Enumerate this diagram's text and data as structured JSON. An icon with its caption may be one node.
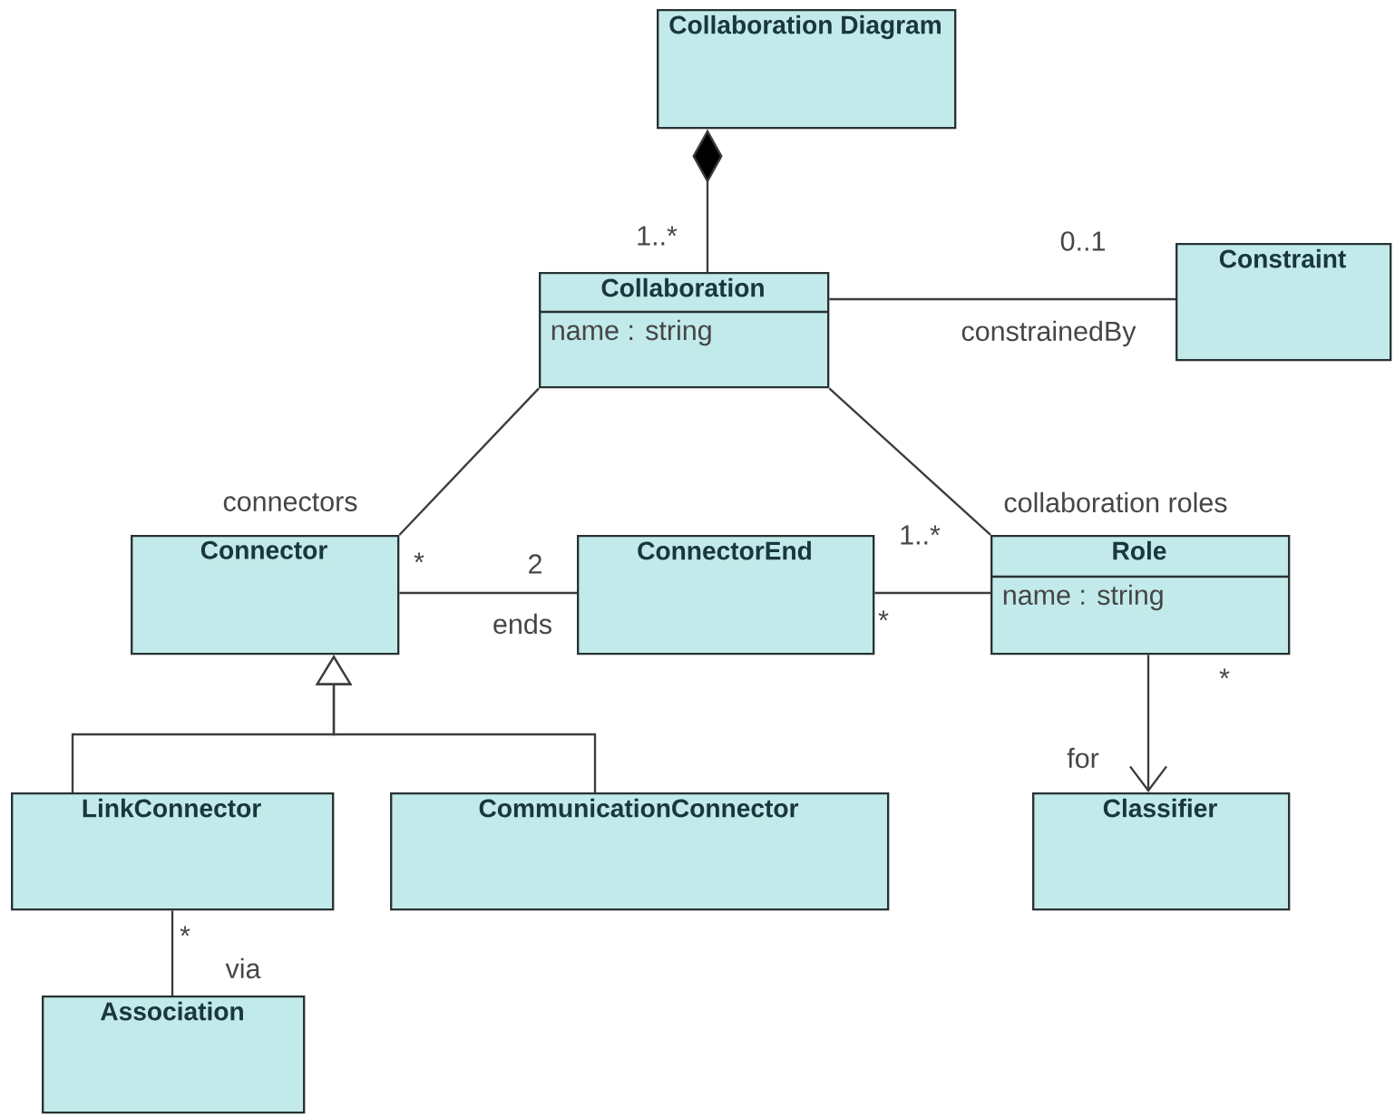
{
  "diagram": {
    "nodes": [
      {
        "text": [
          "Collaboration Diagram"
        ]
      },
      {
        "text": [
          "Collaboration",
          "name : string"
        ]
      },
      {
        "text": [
          "Constraint"
        ]
      },
      {
        "text": [
          "Connector"
        ]
      },
      {
        "text": [
          "ConnectorEnd"
        ]
      },
      {
        "text": [
          "Role",
          "name : string"
        ]
      },
      {
        "text": [
          "LinkConnector"
        ]
      },
      {
        "text": [
          "CommunicationConnector"
        ]
      },
      {
        "text": [
          "Classifier"
        ]
      },
      {
        "text": [
          "Association"
        ]
      }
    ],
    "edges": [
      {
        "from": 0,
        "to": 1,
        "arrow": "other"
      },
      {
        "from": 1,
        "to": 2,
        "arrow": "none",
        "label": "constrainedBy"
      },
      {
        "from": 1,
        "to": 3,
        "arrow": "none",
        "label": "connectors"
      },
      {
        "from": 1,
        "to": 5,
        "arrow": "none",
        "label": "collaboration roles"
      },
      {
        "from": 3,
        "to": 4,
        "arrow": "none",
        "label": "ends"
      },
      {
        "from": 4,
        "to": 5,
        "arrow": "none"
      },
      {
        "from": 6,
        "to": 3,
        "arrow": "to"
      },
      {
        "from": 7,
        "to": 3,
        "arrow": "to"
      },
      {
        "from": 5,
        "to": 8,
        "arrow": "to",
        "label": "for"
      },
      {
        "from": 6,
        "to": 9,
        "arrow": "none",
        "label": "via"
      }
    ],
    "labels": [
      "1..*",
      "0..1",
      "1..*",
      "*",
      "2",
      "*",
      "*",
      "*"
    ]
  }
}
